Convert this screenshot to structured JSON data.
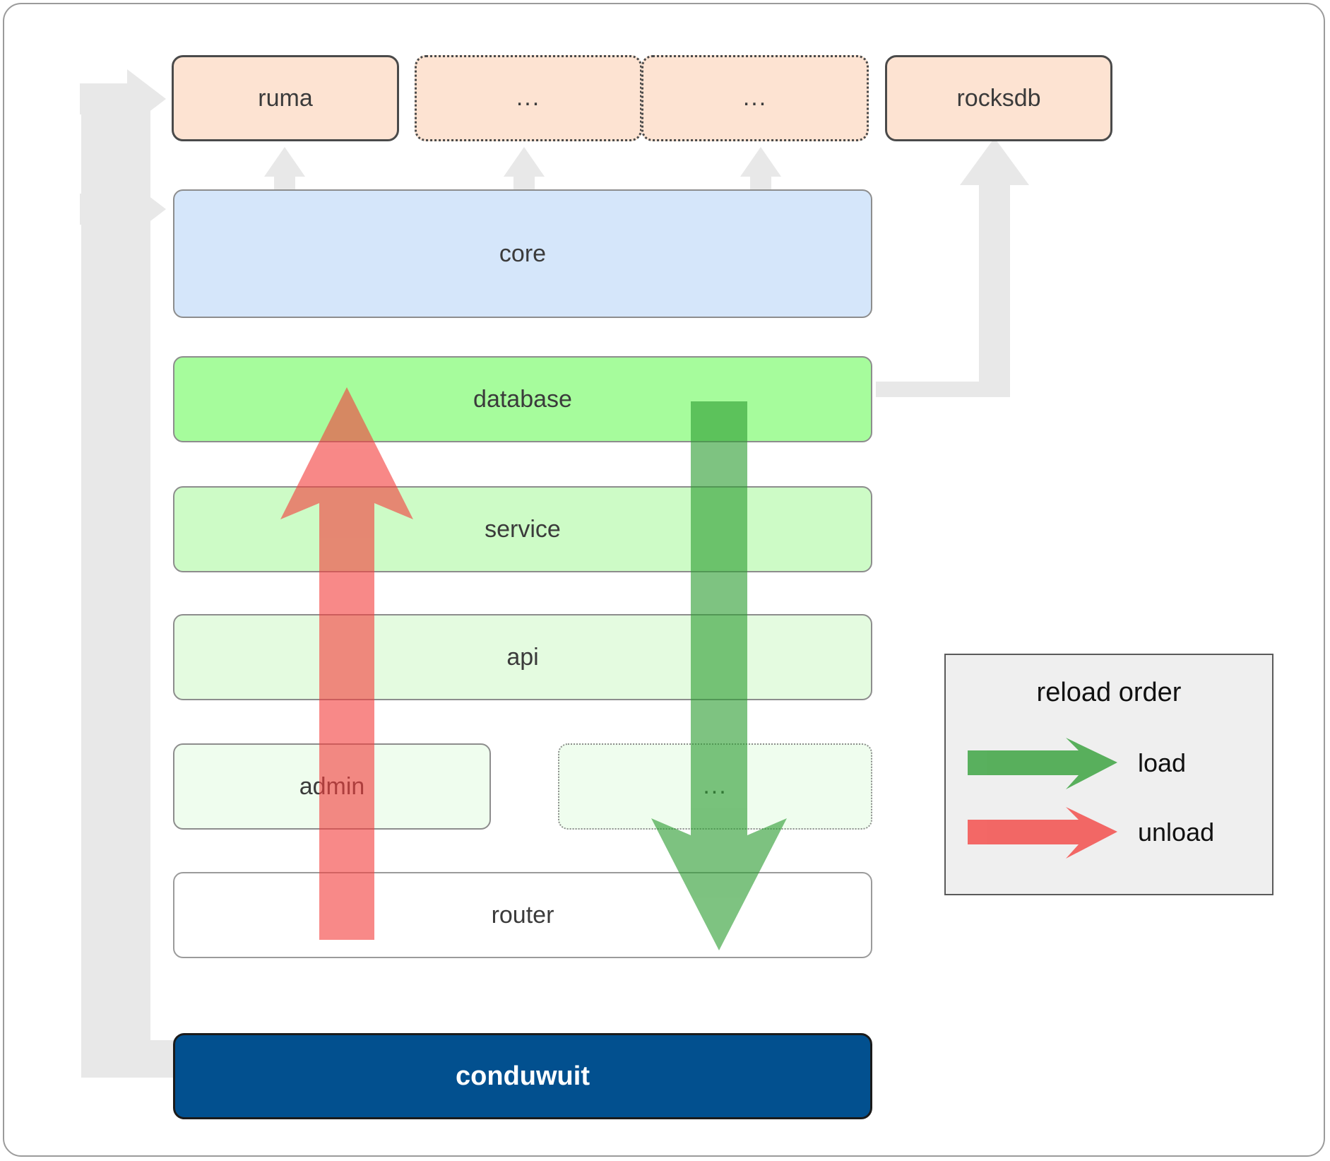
{
  "diagram": {
    "title": "conduwuit crate dependency / reload order diagram",
    "colors": {
      "dep_box_fill": "#fde3d2",
      "dep_box_border": "#4a4a4a",
      "core_fill": "#d5e6fa",
      "database_fill": "#a6fc9c",
      "service_fill": "#cdfbc6",
      "api_fill": "#e4fbe0",
      "admin_fill": "#effdee",
      "router_fill": "#ffffff",
      "conduwuit_fill": "#02508f",
      "load_arrow": "#4caf50",
      "unload_arrow": "#f8827f",
      "connector_gray": "#e8e8e8",
      "legend_bg": "#efefef"
    },
    "dependencies": [
      {
        "label": "ruma",
        "style": "solid"
      },
      {
        "label": "...",
        "style": "dotted"
      },
      {
        "label": "...",
        "style": "dotted"
      },
      {
        "label": "rocksdb",
        "style": "solid"
      }
    ],
    "layers": [
      {
        "label": "core",
        "style": "solid"
      },
      {
        "label": "database",
        "style": "solid"
      },
      {
        "label": "service",
        "style": "solid"
      },
      {
        "label": "api",
        "style": "solid"
      },
      {
        "label": "admin",
        "style": "solid"
      },
      {
        "label": "...",
        "style": "dotted"
      },
      {
        "label": "router",
        "style": "solid"
      }
    ],
    "binary": {
      "label": "conduwuit"
    }
  },
  "legend": {
    "title": "reload order",
    "items": [
      {
        "label": "load",
        "color": "#4caf50"
      },
      {
        "label": "unload",
        "color": "#f8827f"
      }
    ]
  }
}
